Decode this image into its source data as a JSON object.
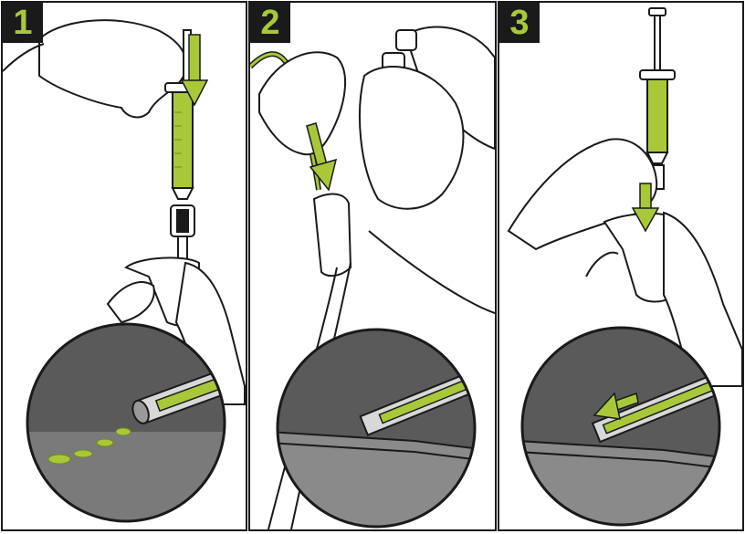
{
  "steps": [
    {
      "number": "1"
    },
    {
      "number": "2"
    },
    {
      "number": "3"
    }
  ],
  "colors": {
    "accent": "#a8c83a",
    "accent_dark": "#6f8a16",
    "outline": "#1a1a1a",
    "glove": "#ffffff",
    "lens_dark": "#5a5a5a",
    "lens_light": "#8a8a8a"
  },
  "icons": [
    "down-arrow-icon",
    "syringe",
    "gloved-hand",
    "magnified-view-circle"
  ]
}
